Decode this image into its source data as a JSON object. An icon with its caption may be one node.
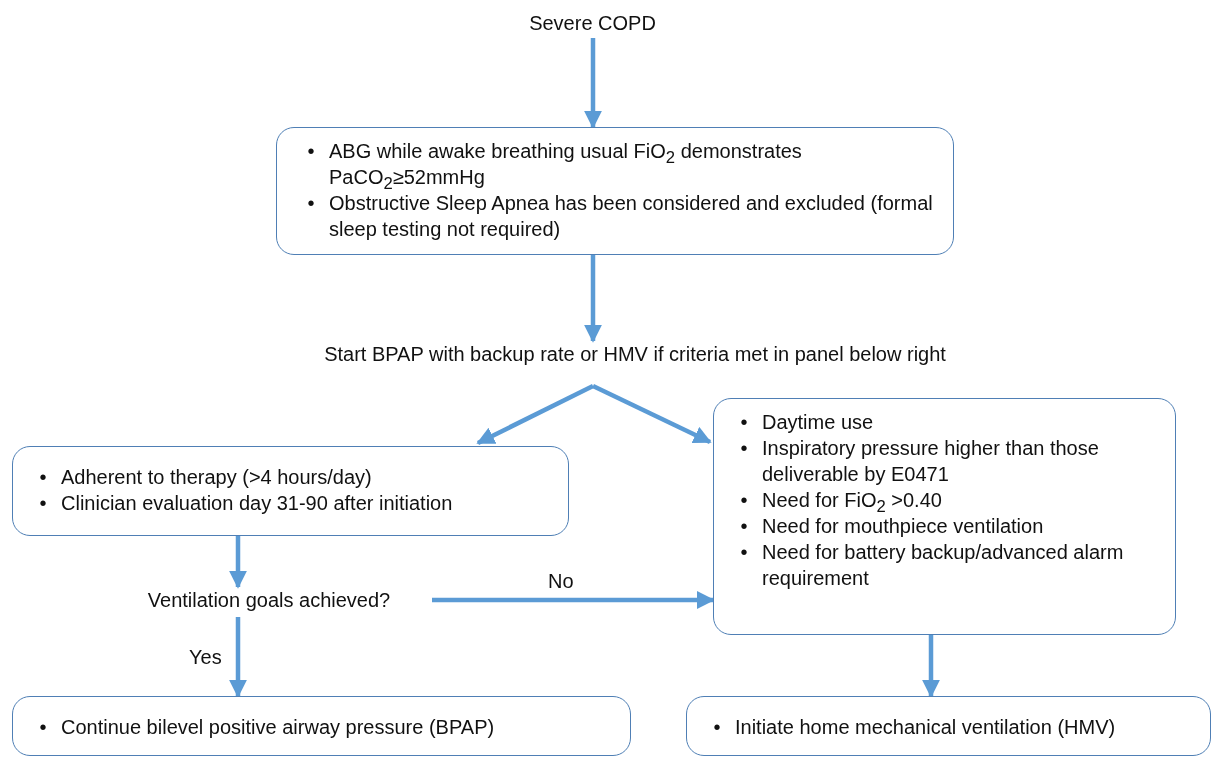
{
  "diagram": {
    "nodes": [
      {
        "text": [
          "Severe COPD"
        ]
      },
      {
        "text": [
          "•",
          "ABG while awake breathing usual FiO$_{2}$ demonstrates PaCO$_{2}$≥52mmHg",
          "•",
          "Obstructive Sleep Apnea has been considered and excluded (formal sleep testing not required)"
        ]
      },
      {
        "text": [
          "Start BPAP with backup rate or HMV if criteria met in panel below right"
        ]
      },
      {
        "text": [
          "•",
          "Adherent to therapy (>4 hours/day)",
          "•",
          "Clinician evaluation day 31-90 after initiation"
        ]
      },
      {
        "text": [
          "•",
          "Daytime use",
          "•",
          "Inspiratory pressure higher than those deliverable by E0471",
          "•",
          "Need for FiO$_{2}$ >0.40",
          "•",
          "Need for mouthpiece ventilation",
          "•",
          "Need for battery backup/advanced alarm requirement"
        ]
      },
      {
        "text": [
          "Ventilation goals achieved?"
        ]
      },
      {
        "text": [
          "•",
          "Continue bilevel positive airway pressure (BPAP)"
        ]
      },
      {
        "text": [
          "•",
          "Initiate home mechanical ventilation (HMV)"
        ]
      }
    ],
    "edges": [
      {
        "from": 0,
        "to": 1,
        "arrow": "to"
      },
      {
        "from": 1,
        "to": 2,
        "arrow": "to"
      },
      {
        "from": 2,
        "to": 3,
        "arrow": "to"
      },
      {
        "from": 2,
        "to": 4,
        "arrow": "to"
      },
      {
        "from": 3,
        "to": 5,
        "arrow": "to"
      },
      {
        "from": 5,
        "to": 4,
        "arrow": "to",
        "label": "No"
      },
      {
        "from": 5,
        "to": 6,
        "arrow": "to",
        "label": "Yes"
      },
      {
        "from": 4,
        "to": 7,
        "arrow": "to"
      }
    ]
  }
}
